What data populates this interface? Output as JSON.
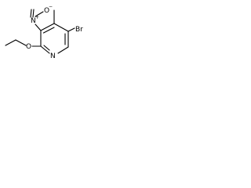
{
  "molecule": {
    "atoms": {
      "bromo": "Br",
      "ring_nitrogen": "N",
      "ether_oxygen": "O",
      "nitro_nitrogen": "N",
      "nitro_oxygen": "O",
      "nitro_n_charge": "+",
      "nitro_o_charge": "−"
    }
  },
  "colors": {
    "bond": "#000000",
    "text": "#000000",
    "background": "#ffffff"
  }
}
